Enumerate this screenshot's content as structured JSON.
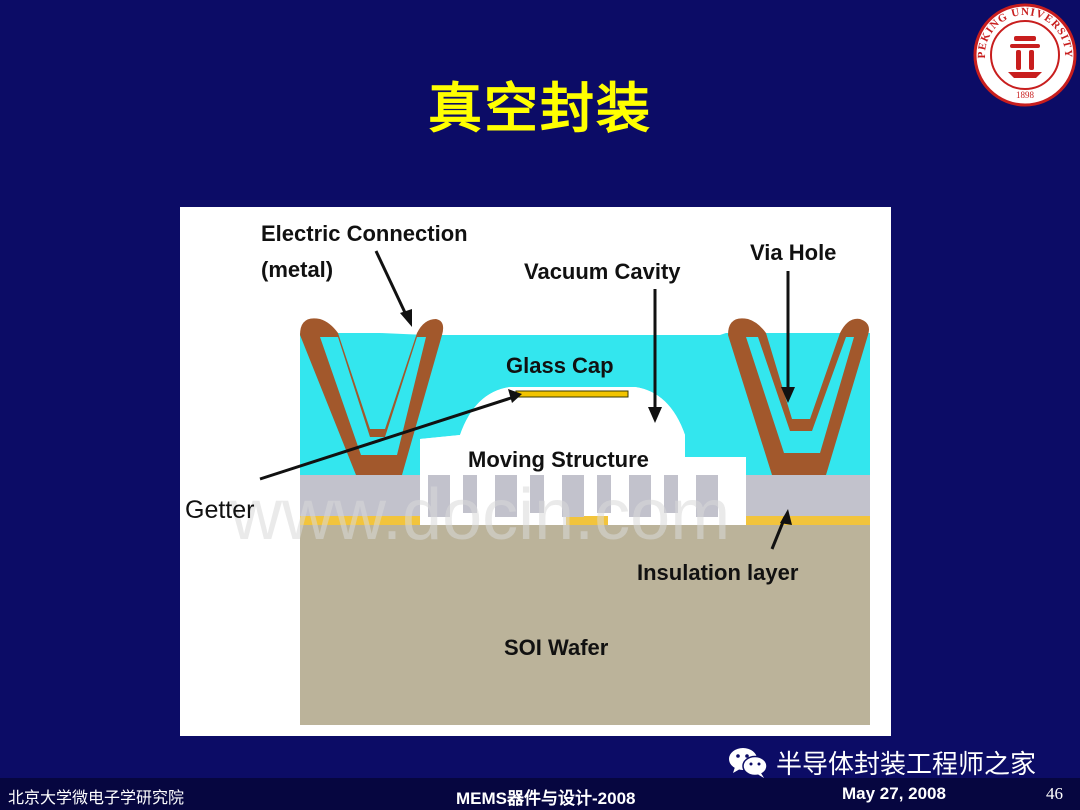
{
  "slide": {
    "title": "真空封装"
  },
  "logo": {
    "text": "PEKING UNIVERSITY",
    "year": "1898"
  },
  "diagram": {
    "labels": {
      "electric_connection_line1": "Electric Connection",
      "electric_connection_line2": "(metal)",
      "vacuum_cavity": "Vacuum Cavity",
      "via_hole": "Via Hole",
      "glass_cap": "Glass Cap",
      "moving_structure": "Moving Structure",
      "getter": "Getter",
      "insulation_layer": "Insulation layer",
      "soi_wafer": "SOI Wafer"
    },
    "watermark": "www.docin.com",
    "colors": {
      "glass": "#33e6ee",
      "metal": "#a2582c",
      "silicon": "#c2c2cc",
      "insulation": "#f2c43c",
      "wafer": "#bbb39a",
      "getter": "#f2c400"
    }
  },
  "wechat": {
    "name": "半导体封装工程师之家"
  },
  "footer": {
    "institution": "北京大学微电子学研究院",
    "course": "MEMS器件与设计-2008",
    "date": "May 27, 2008",
    "page": "46"
  }
}
